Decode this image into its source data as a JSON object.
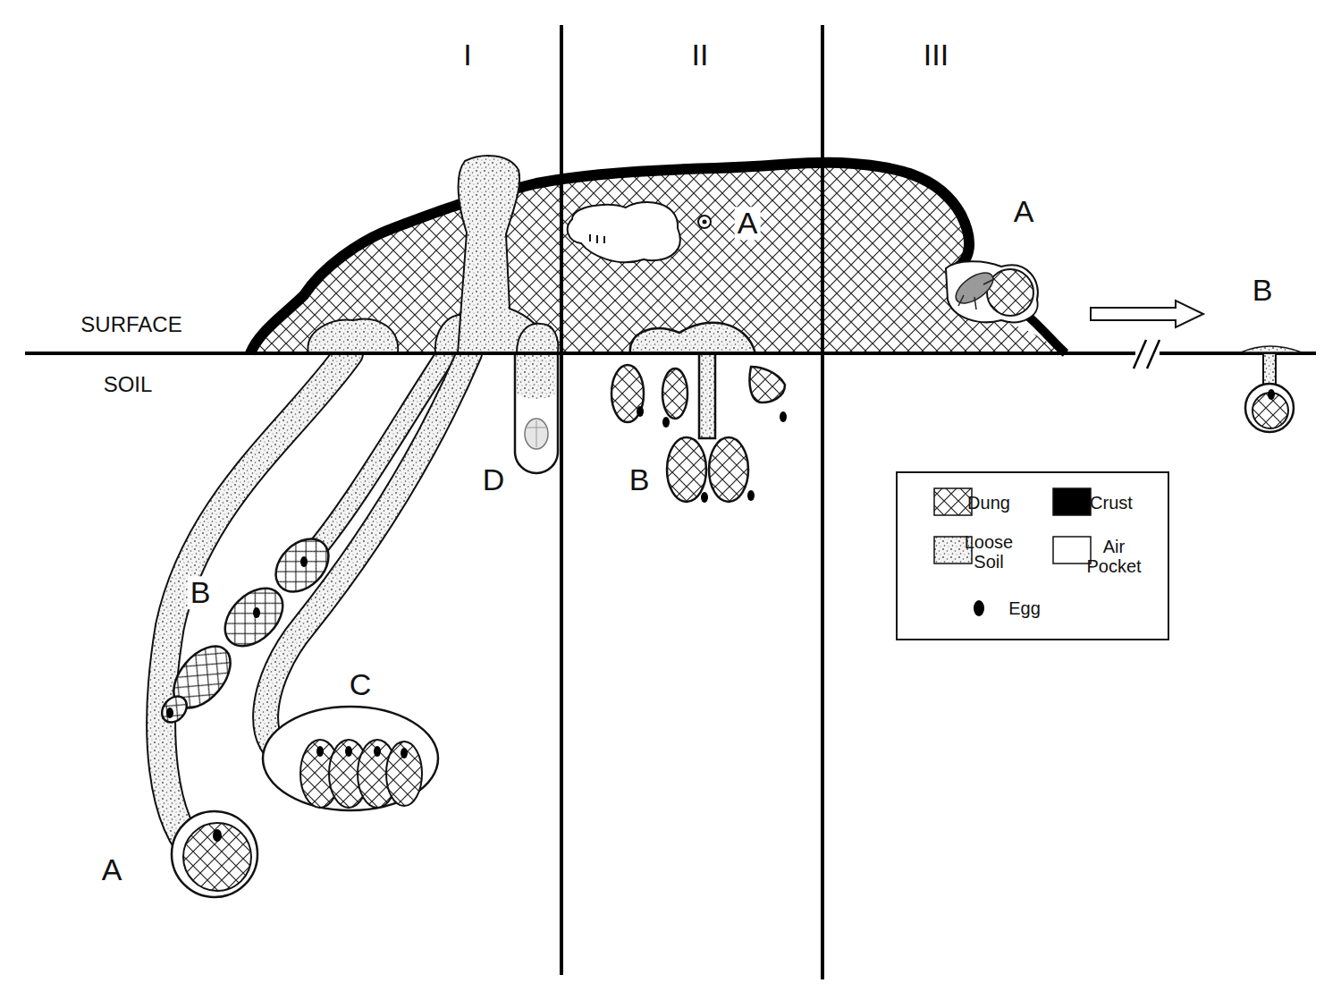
{
  "diagram": {
    "labels": [
      "I",
      "II",
      "III",
      "A",
      "A",
      "B",
      "SURFACE",
      "SOIL",
      "D",
      "B",
      "B",
      "C",
      "A"
    ],
    "legend": [
      {
        "text": "Dung"
      },
      {
        "text": "Crust",
        "color": "#000000"
      },
      {
        "text": "Loose Soil"
      },
      {
        "text": "Air Pocket",
        "color": "#ffffff"
      },
      {
        "text": "Egg"
      }
    ]
  }
}
